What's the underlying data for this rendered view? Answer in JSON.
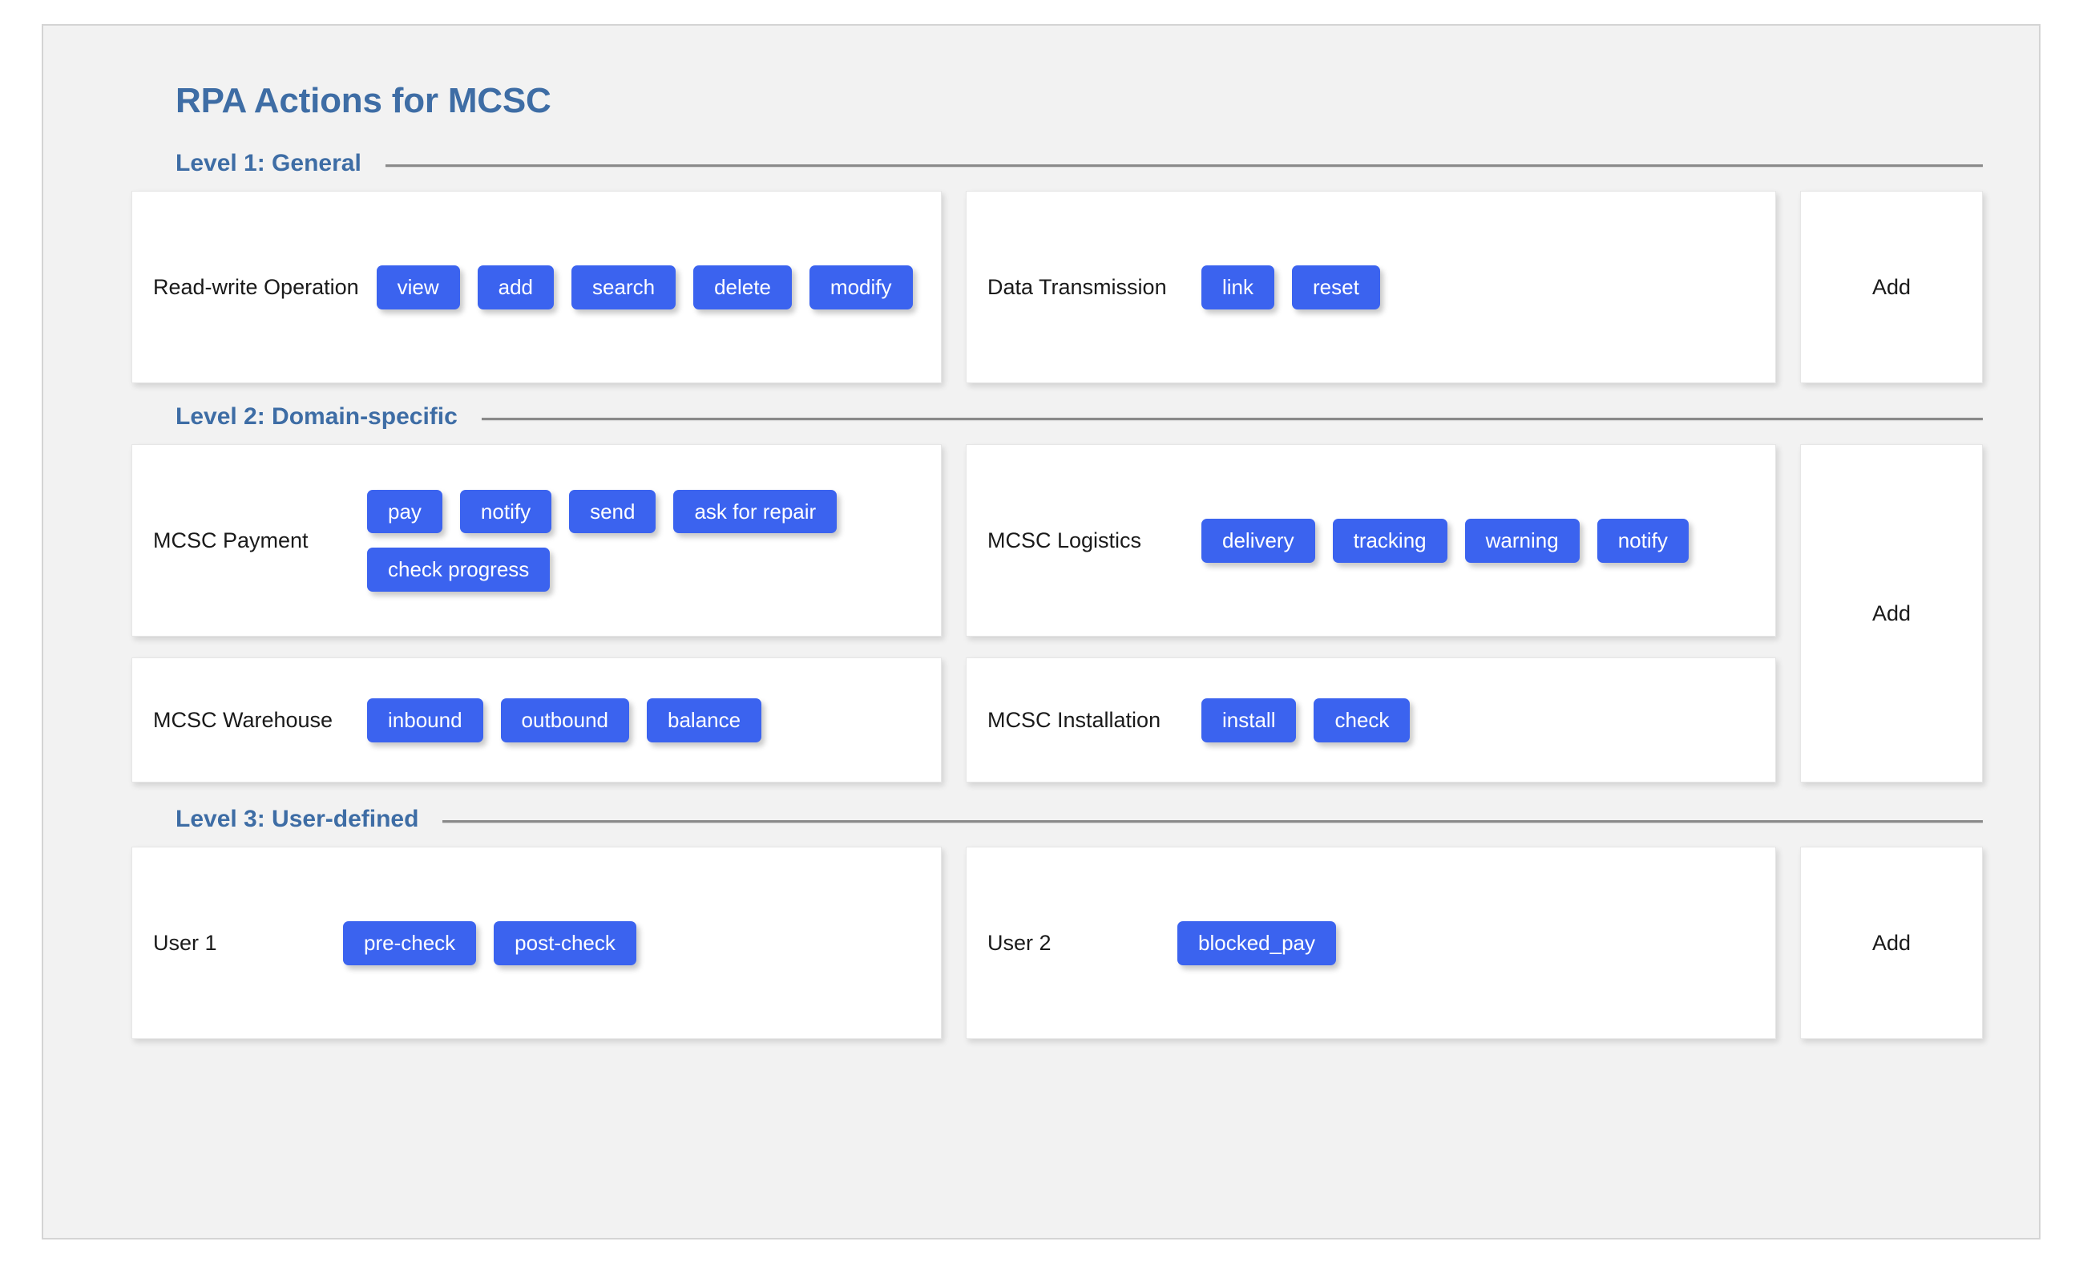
{
  "page": {
    "title": "RPA Actions for MCSC",
    "accent_color": "#3e6da5",
    "chip_color": "#3b63ef",
    "frame_bg": "#f2f2f2",
    "card_bg": "#ffffff"
  },
  "levels": [
    {
      "heading": "Level 1: General",
      "add_label": "Add",
      "groups": [
        {
          "label": "Read-write Operation",
          "actions": [
            "view",
            "add",
            "search",
            "delete",
            "modify"
          ]
        },
        {
          "label": "Data Transmission",
          "actions": [
            "link",
            "reset"
          ]
        }
      ]
    },
    {
      "heading": "Level 2: Domain-specific",
      "add_label": "Add",
      "groups": [
        {
          "label": "MCSC Payment",
          "actions": [
            "pay",
            "notify",
            "send",
            "ask for repair",
            "check progress"
          ]
        },
        {
          "label": "MCSC Logistics",
          "actions": [
            "delivery",
            "tracking",
            "warning",
            "notify"
          ]
        },
        {
          "label": "MCSC Warehouse",
          "actions": [
            "inbound",
            "outbound",
            "balance"
          ]
        },
        {
          "label": "MCSC Installation",
          "actions": [
            "install",
            "check"
          ]
        }
      ]
    },
    {
      "heading": "Level 3: User-defined",
      "add_label": "Add",
      "groups": [
        {
          "label": "User 1",
          "actions": [
            "pre-check",
            "post-check"
          ]
        },
        {
          "label": "User 2",
          "actions": [
            "blocked_pay"
          ]
        }
      ]
    }
  ]
}
